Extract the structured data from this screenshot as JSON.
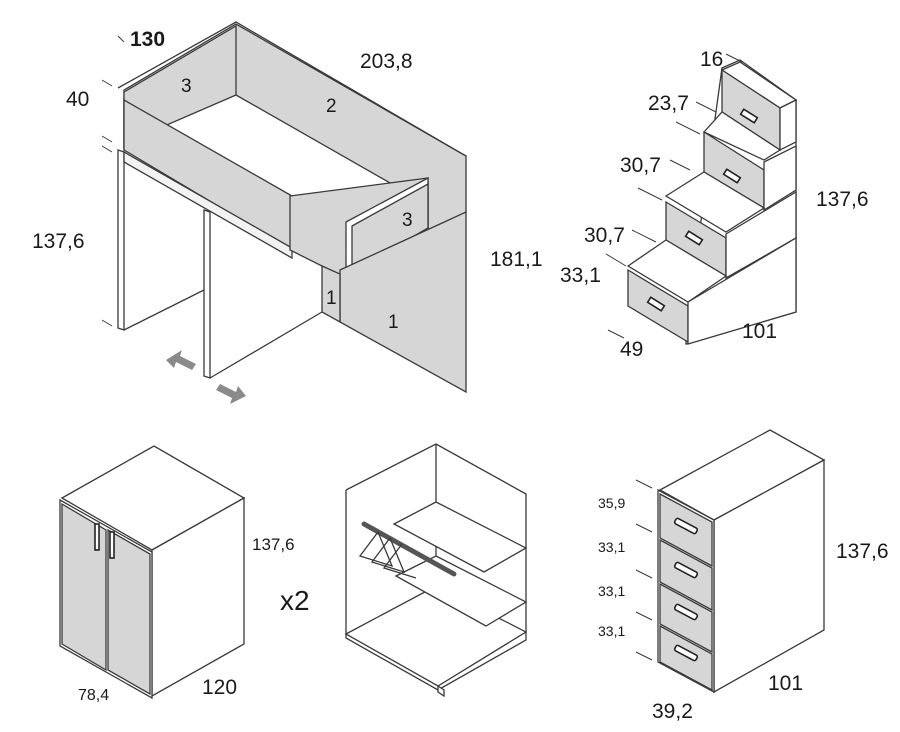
{
  "loft_bed": {
    "dims": {
      "depth_top": "130",
      "length": "203,8",
      "rail_height": "40",
      "leg_height": "137,6",
      "total_height": "181,1"
    },
    "parts": {
      "p1a": "1",
      "p1b": "1",
      "p2": "2",
      "p3a": "3",
      "p3b": "3"
    }
  },
  "stair_chest": {
    "dims": {
      "top": "16",
      "step2": "23,7",
      "step3": "30,7",
      "step4": "30,7",
      "step5": "33,1",
      "height": "137,6",
      "depth": "49",
      "width": "101"
    }
  },
  "wardrobe": {
    "dims": {
      "height": "137,6",
      "width": "120",
      "depth": "78,4"
    },
    "multiplier": "x2"
  },
  "drawer_chest": {
    "dims": {
      "d1": "35,9",
      "d2": "33,1",
      "d3": "33,1",
      "d4": "33,1",
      "height": "137,6",
      "width": "101",
      "depth": "39,2"
    }
  },
  "colors": {
    "panel_gray": "#d6d6d6",
    "line": "#3a3a3a",
    "arrow": "#8a8a8a"
  }
}
